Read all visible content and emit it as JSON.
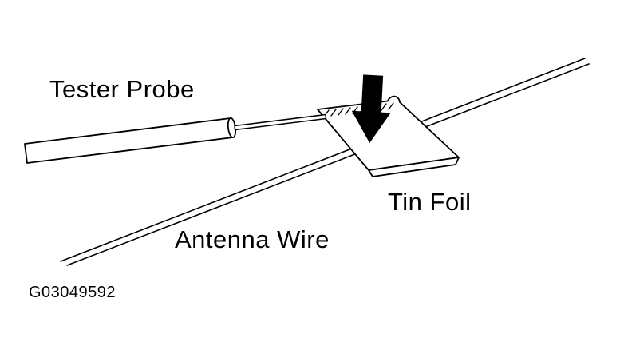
{
  "diagram": {
    "type": "technical-line-drawing",
    "subject": "Antenna wire test using tester probe on tin foil",
    "labels": {
      "tester_probe": "Tester Probe",
      "tin_foil": "Tin Foil",
      "antenna_wire": "Antenna Wire",
      "figure_id": "G03049592"
    },
    "icons": {
      "down_arrow": "solid black arrow pressing probe point onto tin foil"
    },
    "colors": {
      "background": "#ffffff",
      "line": "#000000",
      "arrow_fill": "#000000",
      "text": "#000000"
    }
  }
}
